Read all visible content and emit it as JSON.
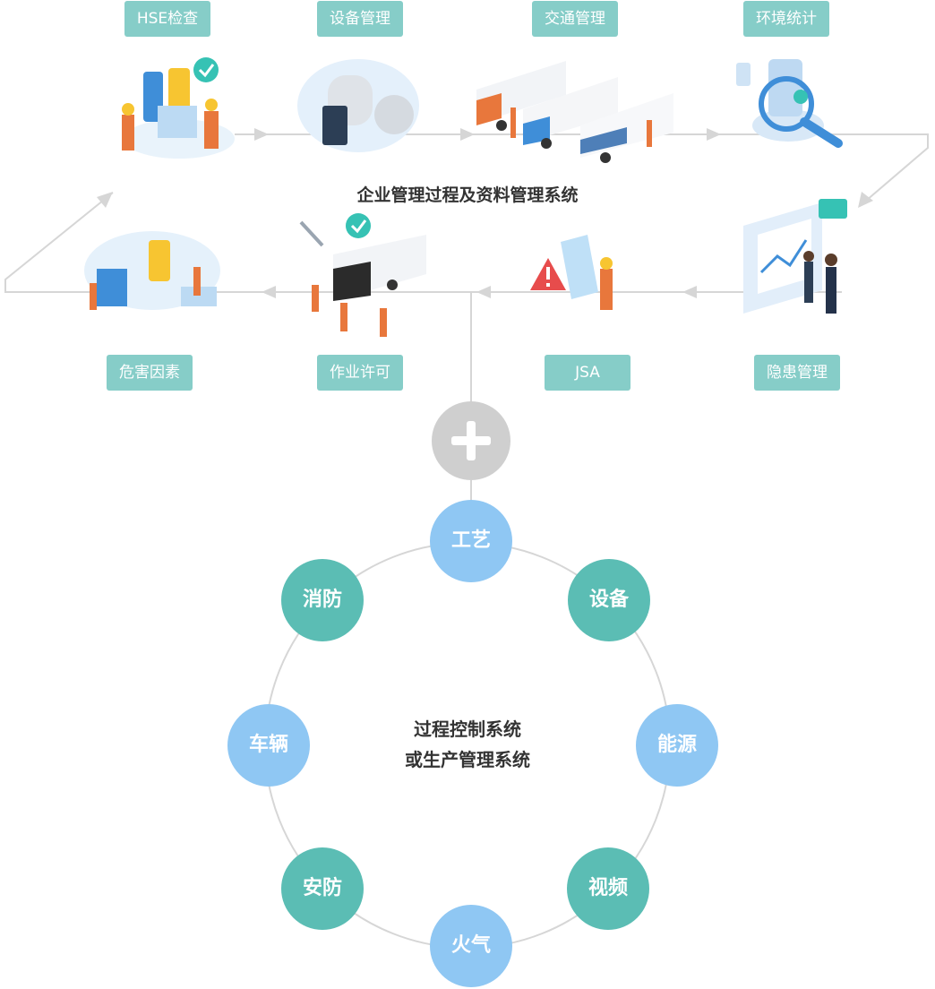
{
  "colors": {
    "label_bg": "#86cdc8",
    "teal": "#5bbdb4",
    "blue": "#8fc7f3",
    "line": "#d6d6d6",
    "plus": "#cfcfcf",
    "worker_orange": "#e8773c",
    "helmet_yellow": "#f7c531",
    "accent_blue": "#3f8ed8",
    "check_teal": "#36c2b4",
    "warning_red": "#e74c4c"
  },
  "top_flow": {
    "title": "企业管理过程及资料管理系统",
    "top_labels": [
      "HSE检查",
      "设备管理",
      "交通管理",
      "环境统计"
    ],
    "bottom_labels": [
      "危害因素",
      "作业许可",
      "JSA",
      "隐患管理"
    ],
    "icons": [
      "hse-inspection-icon",
      "equipment-tanks-icon",
      "traffic-trucks-icon",
      "environment-search-icon",
      "hidden-danger-dashboard-icon",
      "jsa-warning-icon",
      "work-permit-truck-icon",
      "hazard-factor-icon"
    ]
  },
  "circle": {
    "center_lines": [
      "过程控制系统",
      "或生产管理系统"
    ],
    "nodes": [
      "工艺",
      "设备",
      "能源",
      "视频",
      "火气",
      "安防",
      "车辆",
      "消防"
    ]
  }
}
